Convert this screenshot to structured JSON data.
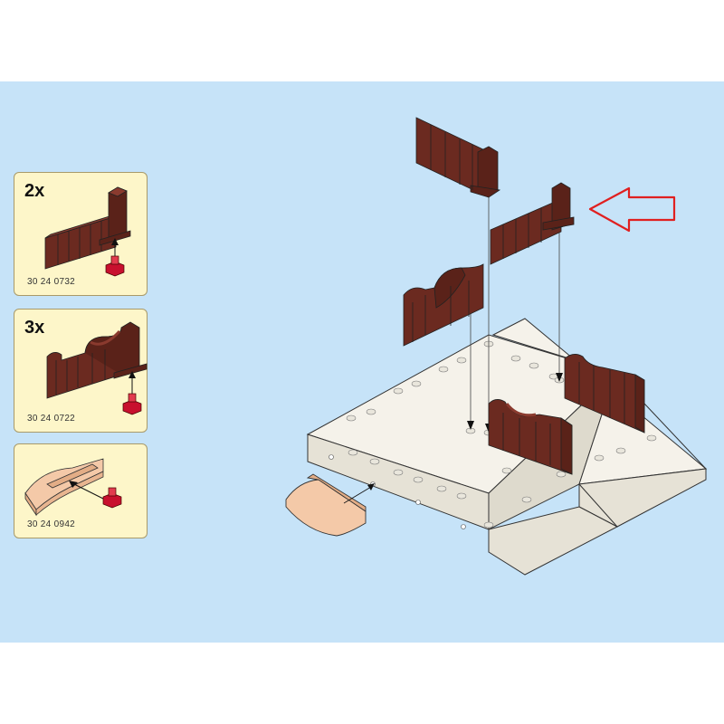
{
  "parts_list": [
    {
      "quantity": "2x",
      "part_number": "30 24 0732"
    },
    {
      "quantity": "3x",
      "part_number": "30 24 0722"
    },
    {
      "quantity": "",
      "part_number": "30 24 0942"
    }
  ],
  "colors": {
    "background_panel": "#c6e3f8",
    "card_fill": "#fdf6c9",
    "fence_brown": "#6b2a20",
    "base_plate": "#f2efe6",
    "bench_tan": "#f4c9a8",
    "connector_red": "#c8102e",
    "highlight_arrow": "#e02020"
  },
  "icons": [
    "arrow-left-outline-icon",
    "connector-peg-icon"
  ]
}
